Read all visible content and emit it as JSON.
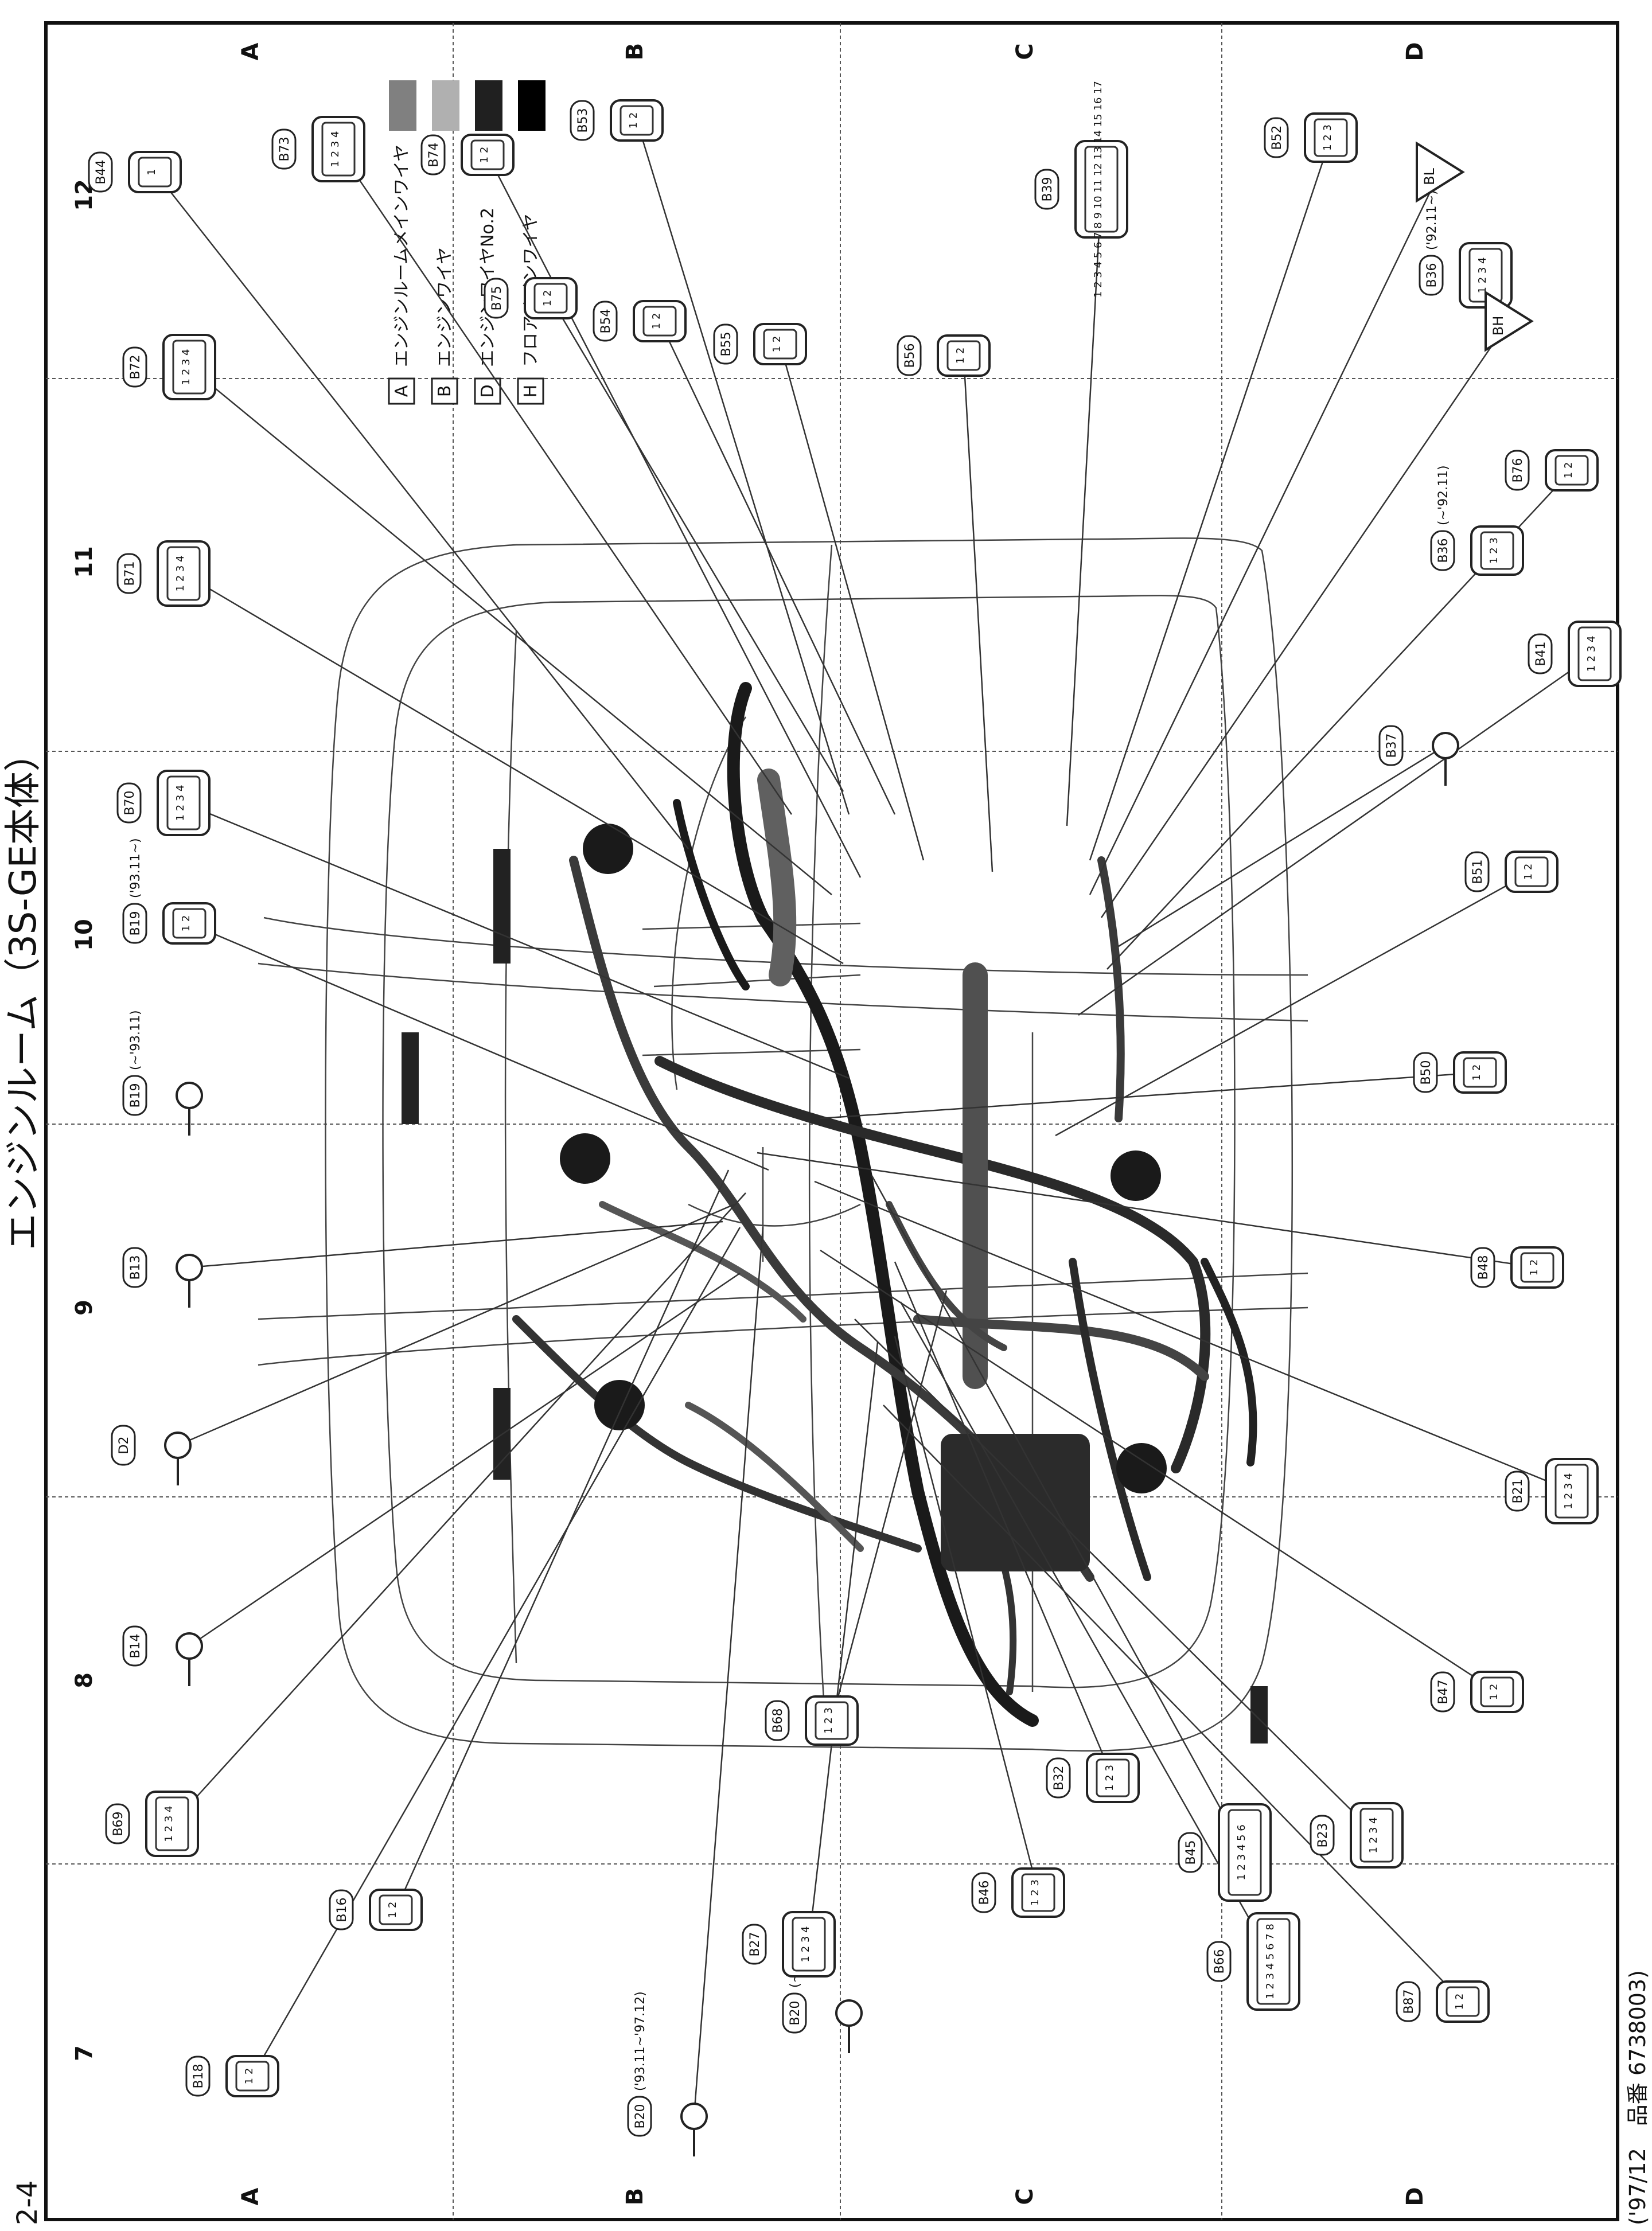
{
  "page_label": "2-4",
  "title": "エンジンルーム（3S-GE本体）",
  "footer": "('97/12　品番 6738003)",
  "columns": [
    "7",
    "8",
    "9",
    "10",
    "11",
    "12"
  ],
  "rows": [
    "A",
    "B",
    "C",
    "D"
  ],
  "legend": [
    {
      "code": "A",
      "label": "エンジンルームメインワイヤ",
      "color": "#808080"
    },
    {
      "code": "B",
      "label": "エンジンワイヤ",
      "color": "#b0b0b0"
    },
    {
      "code": "D",
      "label": "エンジンワイヤNo.2",
      "color": "#202020"
    },
    {
      "code": "H",
      "label": "フロアメインワイヤ",
      "color": "#000000"
    }
  ],
  "connectors": [
    {
      "id": "B16",
      "pins": "1 2"
    },
    {
      "id": "B18",
      "pins": "1 2"
    },
    {
      "id": "B69",
      "pins": "1 2 3 4"
    },
    {
      "id": "B14",
      "pins": ""
    },
    {
      "id": "D2",
      "pins": ""
    },
    {
      "id": "B13",
      "pins": ""
    },
    {
      "id": "B19",
      "note": "(~'93.11)",
      "pins": ""
    },
    {
      "id": "B19",
      "note": "('93.11~)",
      "pins": "1 2"
    },
    {
      "id": "B70",
      "pins": "1 2 3 4"
    },
    {
      "id": "B71",
      "pins": "1 2 3 4"
    },
    {
      "id": "B72",
      "pins": "1 2 3 4"
    },
    {
      "id": "B44",
      "pins": "1"
    },
    {
      "id": "B73",
      "pins": "1 2 3 4"
    },
    {
      "id": "B74",
      "pins": "1 2"
    },
    {
      "id": "B53",
      "pins": "1 2"
    },
    {
      "id": "B20",
      "note": "(~'93.11)",
      "pins": ""
    },
    {
      "id": "B20",
      "note": "('93.11~'97.12)",
      "pins": ""
    },
    {
      "id": "B27",
      "pins": "1 2 3 4"
    },
    {
      "id": "B68",
      "pins": "1 2 3"
    },
    {
      "id": "B46",
      "pins": "1 2 3"
    },
    {
      "id": "B32",
      "pins": "1 2 3"
    },
    {
      "id": "B45",
      "pins": "1 2 3 4 5 6"
    },
    {
      "id": "B66",
      "pins": "1 2 3 4 5 6 7 8"
    },
    {
      "id": "B87",
      "pins": "1 2"
    },
    {
      "id": "B23",
      "pins": "1 2 3 4"
    },
    {
      "id": "B47",
      "pins": "1 2"
    },
    {
      "id": "B21",
      "pins": "1 2 3 4"
    },
    {
      "id": "B48",
      "pins": "1 2"
    },
    {
      "id": "B50",
      "pins": "1 2"
    },
    {
      "id": "B51",
      "pins": "1 2"
    },
    {
      "id": "B41",
      "pins": "1 2 3 4"
    },
    {
      "id": "B76",
      "pins": "1 2"
    },
    {
      "id": "B37",
      "pins": ""
    },
    {
      "id": "B36",
      "note": "(~'92.11)",
      "pins": "1 2 3"
    },
    {
      "id": "B36",
      "note": "('92.11~)",
      "pins": "1 2 3 4"
    },
    {
      "id": "B52",
      "pins": "1 2 3"
    },
    {
      "id": "B75",
      "pins": "1 2"
    },
    {
      "id": "B54",
      "pins": "1 2"
    },
    {
      "id": "B55",
      "pins": "1 2"
    },
    {
      "id": "B56",
      "pins": "1 2"
    },
    {
      "id": "B39",
      "pins": "1 2 3 4 5 6 7 8 9 10 11 12 13 14 15 16 17"
    }
  ],
  "flags": [
    {
      "code": "BL"
    },
    {
      "code": "BH"
    }
  ]
}
